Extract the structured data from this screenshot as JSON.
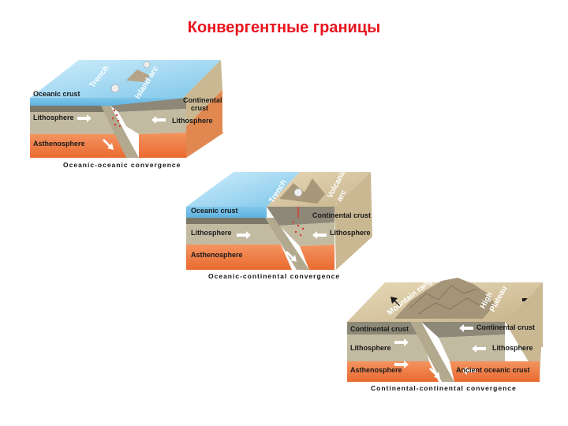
{
  "title": "Конвергентные границы",
  "diagrams": [
    {
      "caption": "Oceanic-oceanic convergence",
      "labels": {
        "oceanic_crust": "Oceanic crust",
        "lithosphere_left": "Lithosphere",
        "asthenosphere": "Asthenosphere",
        "continental_crust_line1": "Continental",
        "continental_crust_line2": "crust",
        "lithosphere_right": "Lithosphere",
        "trench": "Trench",
        "island_arc": "Island arc"
      }
    },
    {
      "caption": "Oceanic-continental convergence",
      "labels": {
        "oceanic_crust": "Oceanic crust",
        "continental_crust": "Continental crust",
        "lithosphere_left": "Lithosphere",
        "lithosphere_right": "Lithosphere",
        "asthenosphere": "Asthenosphere",
        "trench": "Trench",
        "volcanic_arc_line1": "Volcanic",
        "volcanic_arc_line2": "arc"
      }
    },
    {
      "caption": "Continental-continental convergence",
      "labels": {
        "mountain_range": "Mountain range",
        "high_plateau_line1": "High",
        "high_plateau_line2": "Plateau",
        "continental_crust_left": "Continental crust",
        "continental_crust_right": "Continental crust",
        "lithosphere_left": "Lithosphere",
        "lithosphere_right": "Lithosphere",
        "asthenosphere": "Asthenosphere",
        "ancient_oceanic_crust": "Ancient oceanic crust"
      }
    }
  ],
  "colors": {
    "title": "#e8141e",
    "ocean": "#8fd0ee",
    "ocean_top": "#b8e4f6",
    "crust_gray": "#8d8878",
    "lithosphere": "#c2b9a0",
    "asthenosphere": "#f07a3f",
    "land": "#d8c6a0",
    "magma": "#d23a2a"
  }
}
